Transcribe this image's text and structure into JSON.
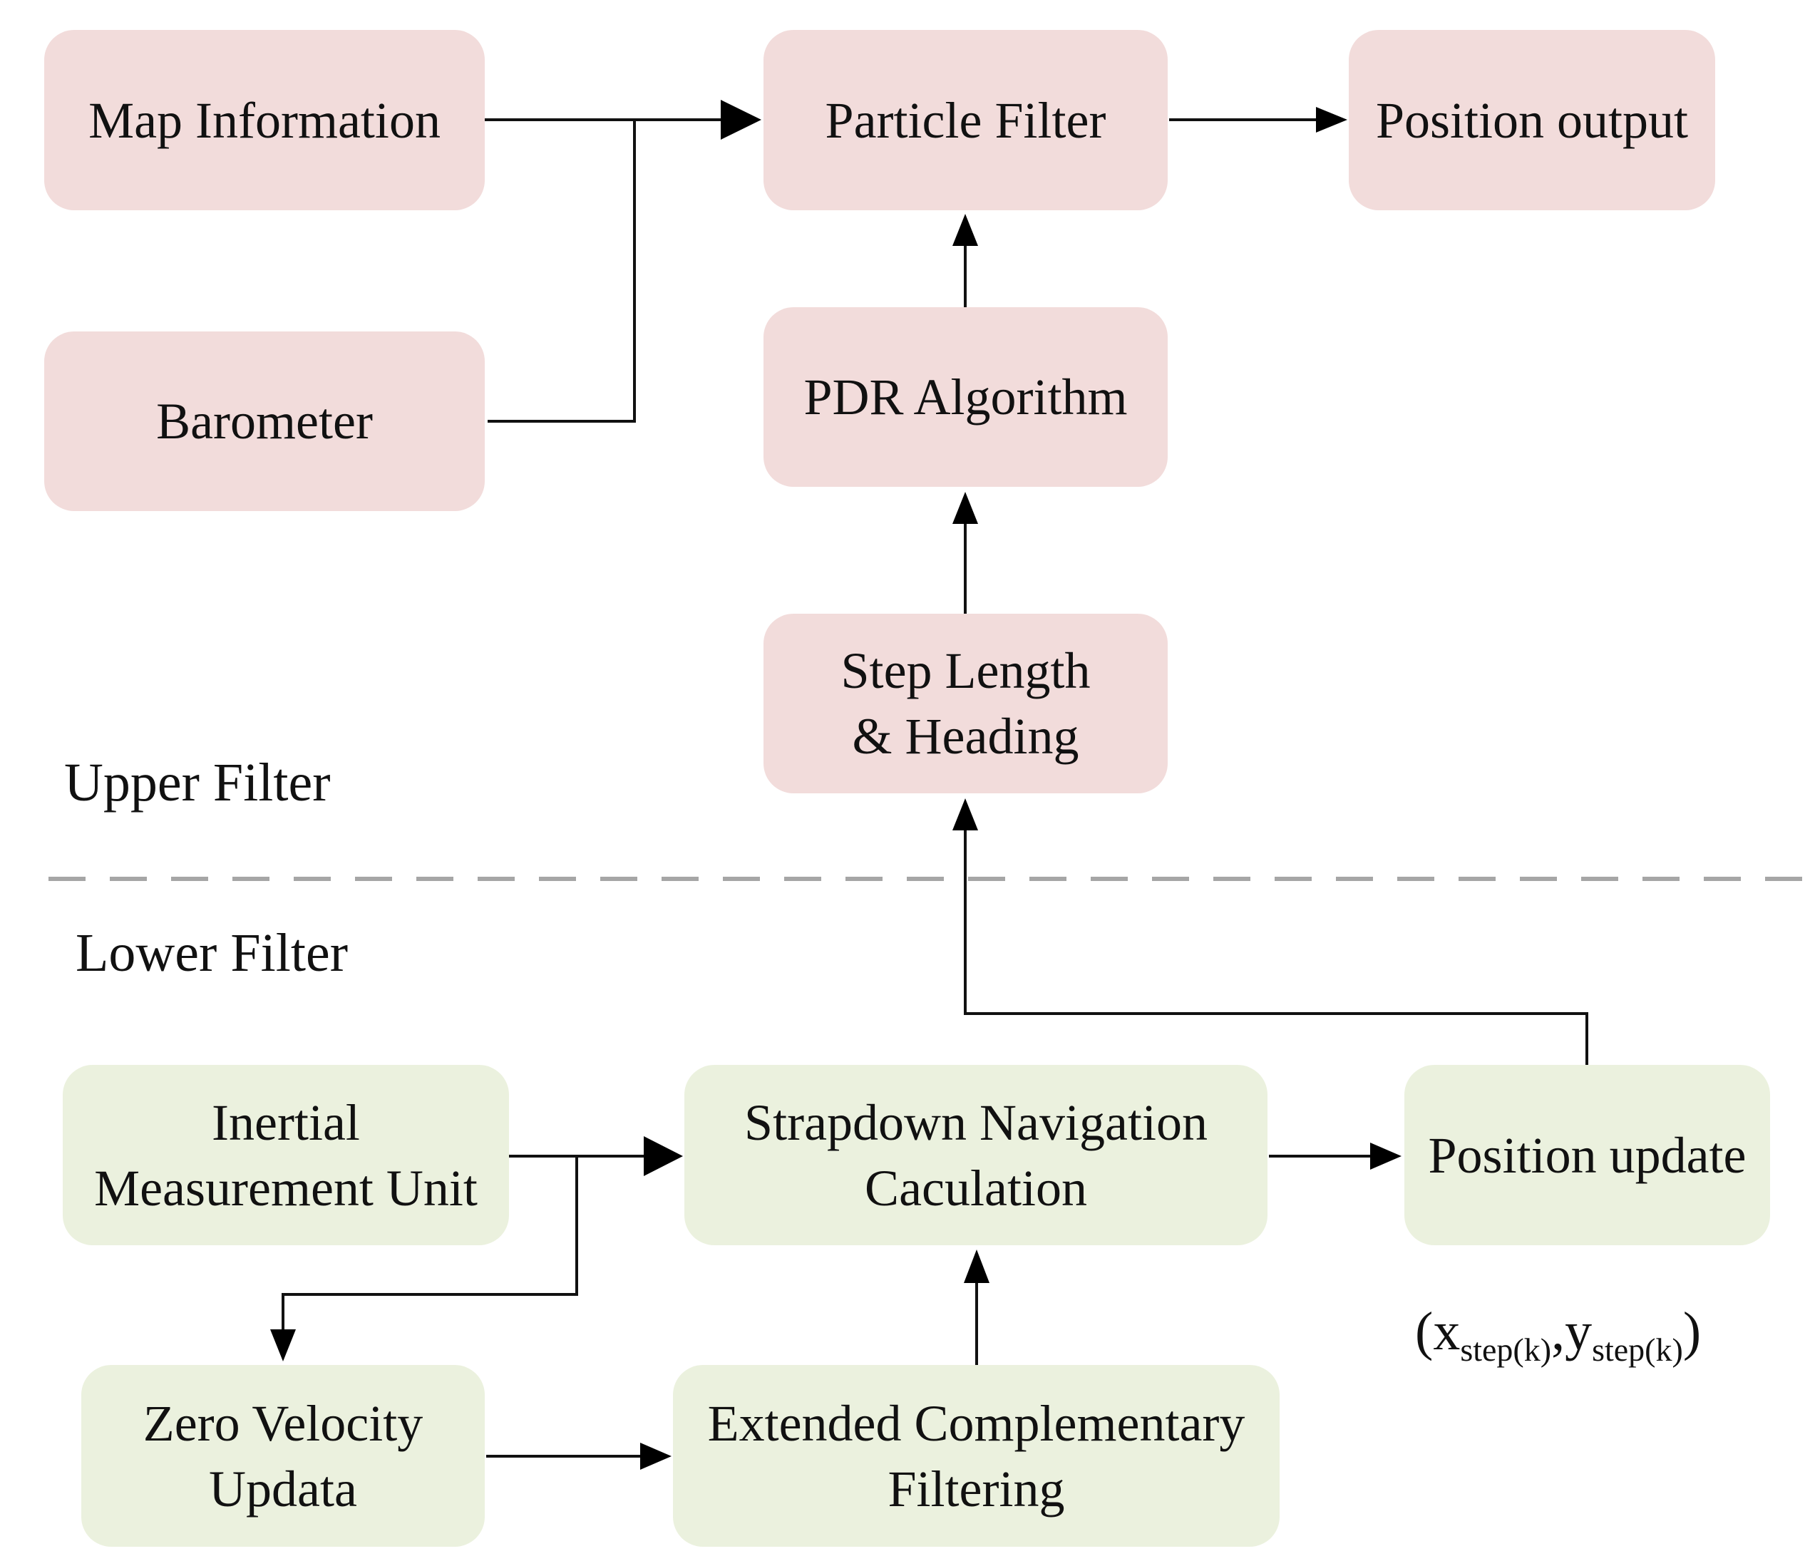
{
  "upper_section": {
    "label": "Upper Filter",
    "nodes": {
      "map_information": "Map Information",
      "barometer": "Barometer",
      "particle_filter": "Particle Filter",
      "position_output": "Position output",
      "pdr_algorithm": "PDR Algorithm",
      "step_length_line1": "Step Length",
      "step_length_line2": "& Heading"
    },
    "fill_color": "#f2dcdb"
  },
  "lower_section": {
    "label": "Lower Filter",
    "nodes": {
      "imu_line1": "Inertial",
      "imu_line2": "Measurement Unit",
      "strapdown_line1": "Strapdown Navigation",
      "strapdown_line2": "Caculation",
      "position_update": "Position update",
      "zvu_line1": "Zero Velocity",
      "zvu_line2": "Updata",
      "ecf_line1": "Extended Complementary",
      "ecf_line2": "Filtering"
    },
    "fill_color": "#ebf1de"
  },
  "output_formula": {
    "open": "(",
    "x": "x",
    "x_sub": "step(k)",
    "sep": ",",
    "y": "y",
    "y_sub": "step(k)",
    "close": ")"
  },
  "divider_color": "#a6a6a6"
}
